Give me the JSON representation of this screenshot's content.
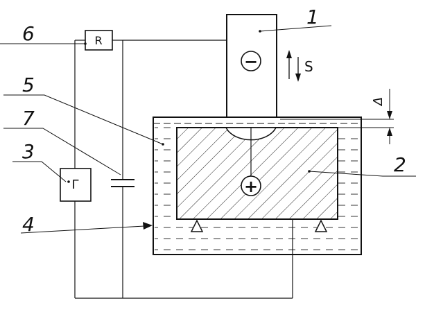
{
  "diagram": {
    "labels": {
      "tool": "1",
      "workpiece": "2",
      "generator": "3",
      "support": "4",
      "dielectric": "5",
      "resistor": "6",
      "capacitor": "7"
    },
    "components": {
      "resistor_symbol": "R",
      "generator_symbol": "Г"
    },
    "polarity": {
      "tool": "−",
      "workpiece": "+"
    },
    "annotations": {
      "feed": "S",
      "gap": "Δ"
    },
    "colors": {
      "line": "#111111",
      "background": "#ffffff"
    }
  }
}
